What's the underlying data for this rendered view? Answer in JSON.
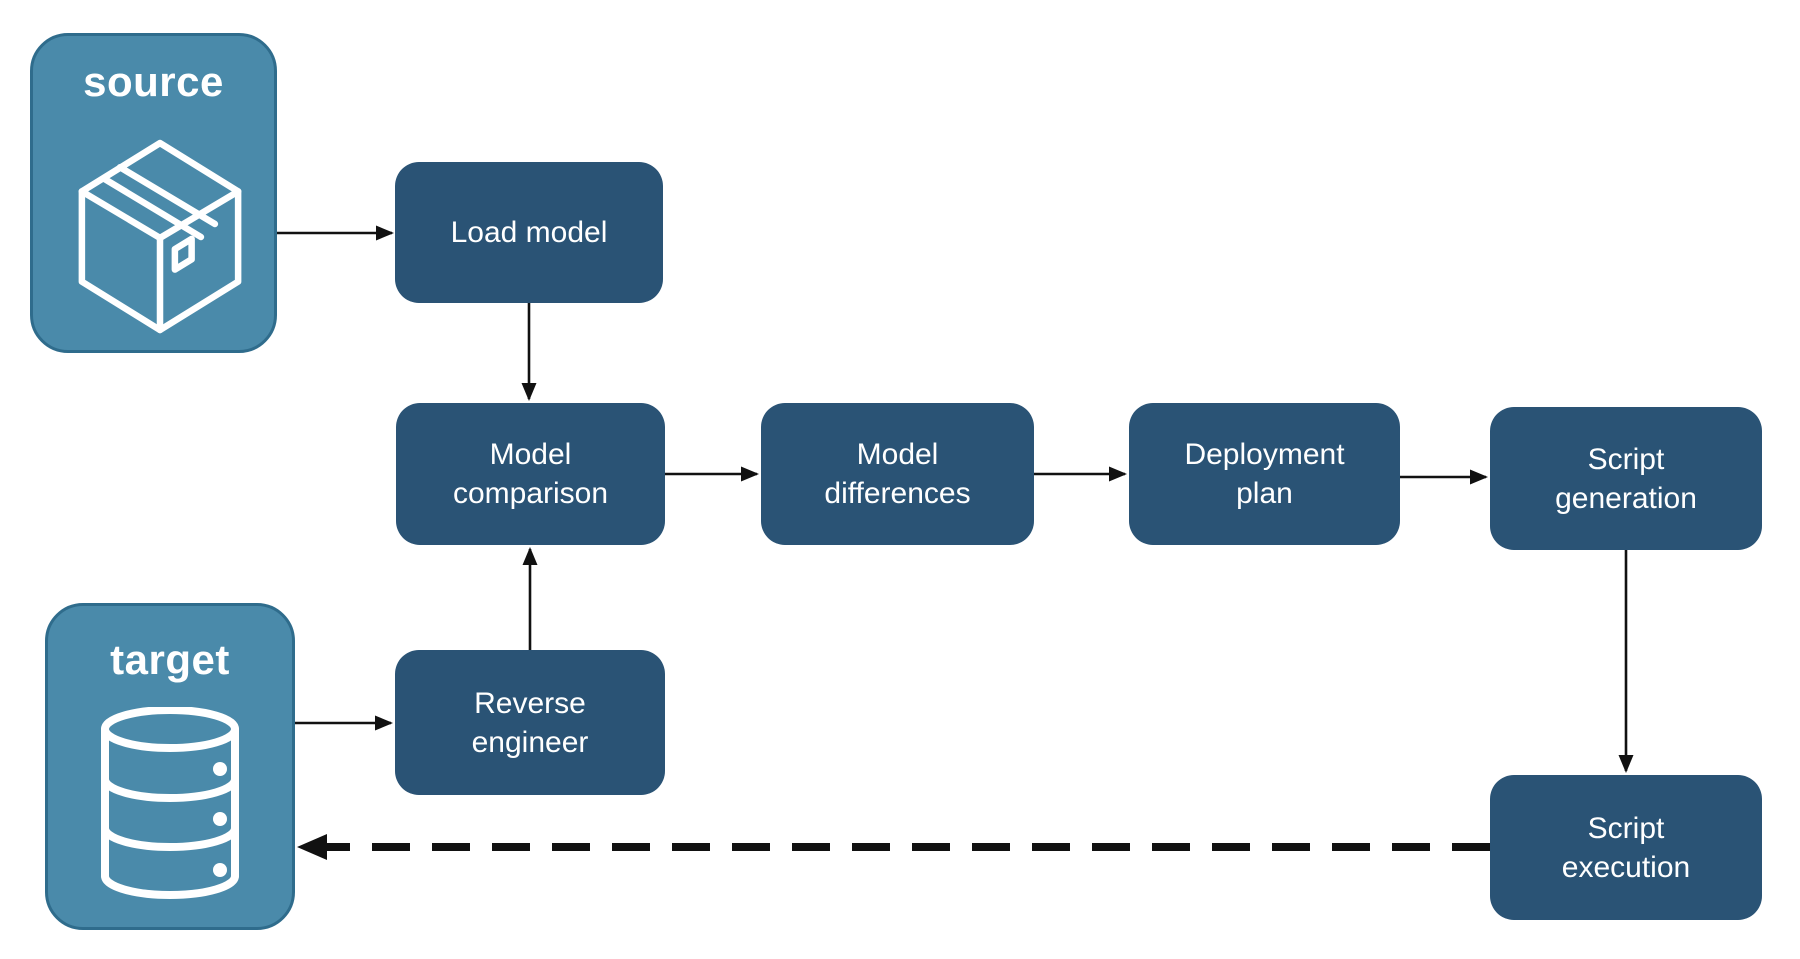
{
  "diagram": {
    "containers": {
      "source": {
        "label": "source",
        "icon": "package-icon"
      },
      "target": {
        "label": "target",
        "icon": "database-icon"
      }
    },
    "nodes": {
      "load_model": {
        "label": "Load model"
      },
      "model_comparison": {
        "label": "Model\ncomparison"
      },
      "model_differences": {
        "label": "Model\ndifferences"
      },
      "deployment_plan": {
        "label": "Deployment\nplan"
      },
      "script_generation": {
        "label": "Script\ngeneration"
      },
      "reverse_engineer": {
        "label": "Reverse\nengineer"
      },
      "script_execution": {
        "label": "Script\nexecution"
      }
    },
    "edges": [
      {
        "from": "source",
        "to": "load_model",
        "style": "solid"
      },
      {
        "from": "load_model",
        "to": "model_comparison",
        "style": "solid"
      },
      {
        "from": "model_comparison",
        "to": "model_differences",
        "style": "solid"
      },
      {
        "from": "model_differences",
        "to": "deployment_plan",
        "style": "solid"
      },
      {
        "from": "deployment_plan",
        "to": "script_generation",
        "style": "solid"
      },
      {
        "from": "target",
        "to": "reverse_engineer",
        "style": "solid"
      },
      {
        "from": "reverse_engineer",
        "to": "model_comparison",
        "style": "solid"
      },
      {
        "from": "script_generation",
        "to": "script_execution",
        "style": "solid"
      },
      {
        "from": "script_execution",
        "to": "target",
        "style": "dashed"
      }
    ],
    "colors": {
      "container_fill": "#4A8AAA",
      "container_border": "#2F6C8C",
      "node_fill": "#2A5375",
      "text": "#FFFFFF",
      "arrow": "#111111",
      "background": "#FFFFFF"
    }
  }
}
